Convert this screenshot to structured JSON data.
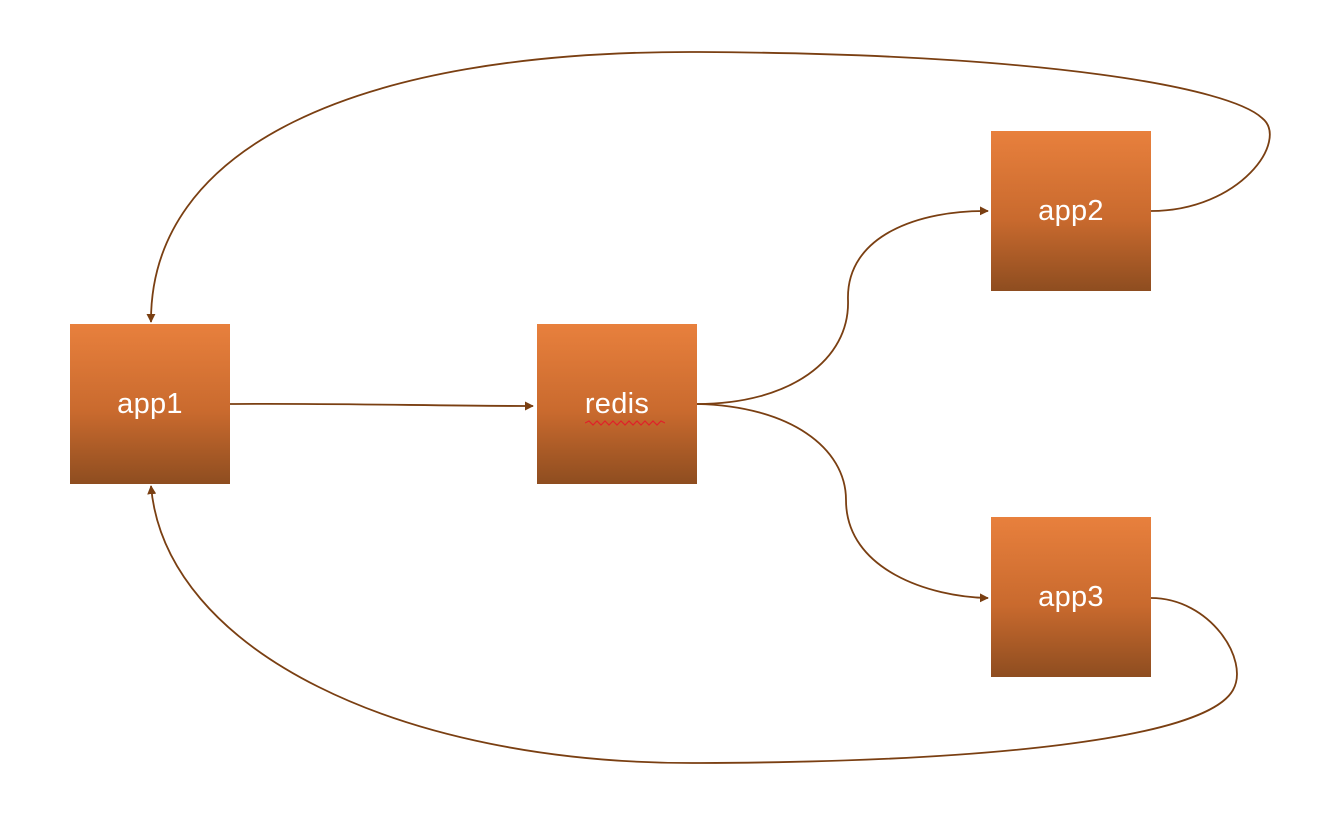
{
  "diagram": {
    "nodes": [
      {
        "id": "app1",
        "label": "app1"
      },
      {
        "id": "redis",
        "label": "redis"
      },
      {
        "id": "app2",
        "label": "app2"
      },
      {
        "id": "app3",
        "label": "app3"
      }
    ],
    "edges": [
      {
        "from": "app1",
        "to": "redis"
      },
      {
        "from": "redis",
        "to": "app2"
      },
      {
        "from": "redis",
        "to": "app3"
      },
      {
        "from": "app2",
        "to": "app1"
      },
      {
        "from": "app3",
        "to": "app1"
      }
    ],
    "colors": {
      "node_top": "#E8803D",
      "node_bottom": "#8E4D20",
      "edge": "#7A3F12",
      "label": "#FFFFFF",
      "spellcheck": "#E0202A"
    }
  }
}
